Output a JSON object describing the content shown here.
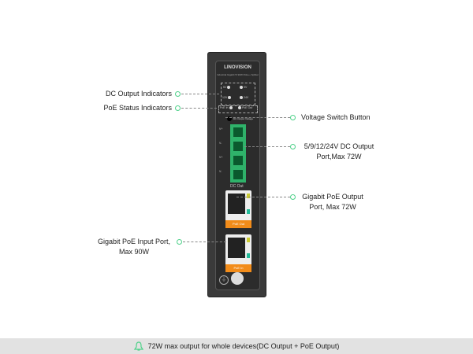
{
  "device": {
    "brand": "LINOVISION",
    "model_text": "Industrial Gigabit 5/ 90W PoE++ Splitter",
    "leds": [
      "5V",
      "9V",
      "12V",
      "24V"
    ],
    "status_leds": [
      "PoE In",
      "PoE Out"
    ],
    "switch_label": "DC Output Voltage",
    "terminal_label": "DC Out",
    "terminal_pins": [
      "V+",
      "V-",
      "V+",
      "V-"
    ],
    "poe_out_tag": "PoE Out",
    "poe_in_tag": "PoE In"
  },
  "callouts": {
    "dc_indicators": "DC Output Indicators",
    "poe_indicators": "PoE Status Indicators",
    "voltage_switch": "Voltage Switch Button",
    "dc_port_1": "5/9/12/24V DC Output",
    "dc_port_2": "Port,Max 72W",
    "poe_out_1": "Gigabit PoE Output",
    "poe_out_2": "Port, Max 72W",
    "poe_in_1": "Gigabit PoE Input Port,",
    "poe_in_2": "Max 90W"
  },
  "footer": {
    "icon": "bell-icon",
    "text": "72W max output for whole devices(DC Output + PoE Output)"
  },
  "colors": {
    "accent": "#4fd18a",
    "orange": "#f28c1a",
    "terminal": "#2fb26a"
  }
}
